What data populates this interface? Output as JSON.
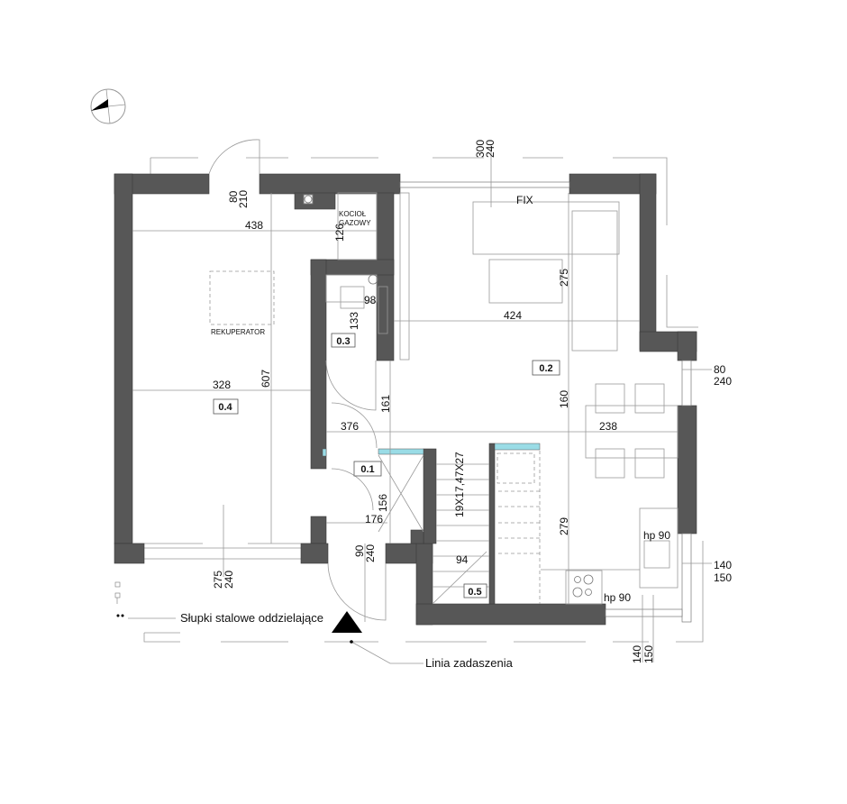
{
  "rooms": {
    "r01": "0.1",
    "r02": "0.2",
    "r03": "0.3",
    "r04": "0.4",
    "r05": "0.5"
  },
  "labels": {
    "boiler_line1": "KOCIOŁ",
    "boiler_line2": "GAZOWY",
    "recuperator": "REKUPERATOR",
    "fix_window": "FIX",
    "stairs": "19X17,47X27",
    "hood_1": "hp 90",
    "hood_2": "hp 90",
    "posts": "Słupki stalowe oddzielające",
    "roof_line": "Linia zadaszenia"
  },
  "dimensions": {
    "d438": "438",
    "d126": "126",
    "d98": "98",
    "d133": "133",
    "d607": "607",
    "d328": "328",
    "d161": "161",
    "d376": "376",
    "d156": "156",
    "d176": "176",
    "d94": "94",
    "d275a": "275",
    "d424": "424",
    "d160": "160",
    "d238": "238",
    "d279": "279"
  },
  "openings": {
    "door_top": [
      "80",
      "210"
    ],
    "window_top": [
      "300",
      "240"
    ],
    "window_right": [
      "80",
      "240"
    ],
    "window_kitchen_right": [
      "140",
      "150"
    ],
    "window_kitchen_bottom": [
      "140",
      "150"
    ],
    "entry_door": [
      "90",
      "240"
    ],
    "window_left_bottom": [
      "275",
      "240"
    ]
  },
  "colors": {
    "wall": "#575757",
    "glass": "#9adce6"
  }
}
